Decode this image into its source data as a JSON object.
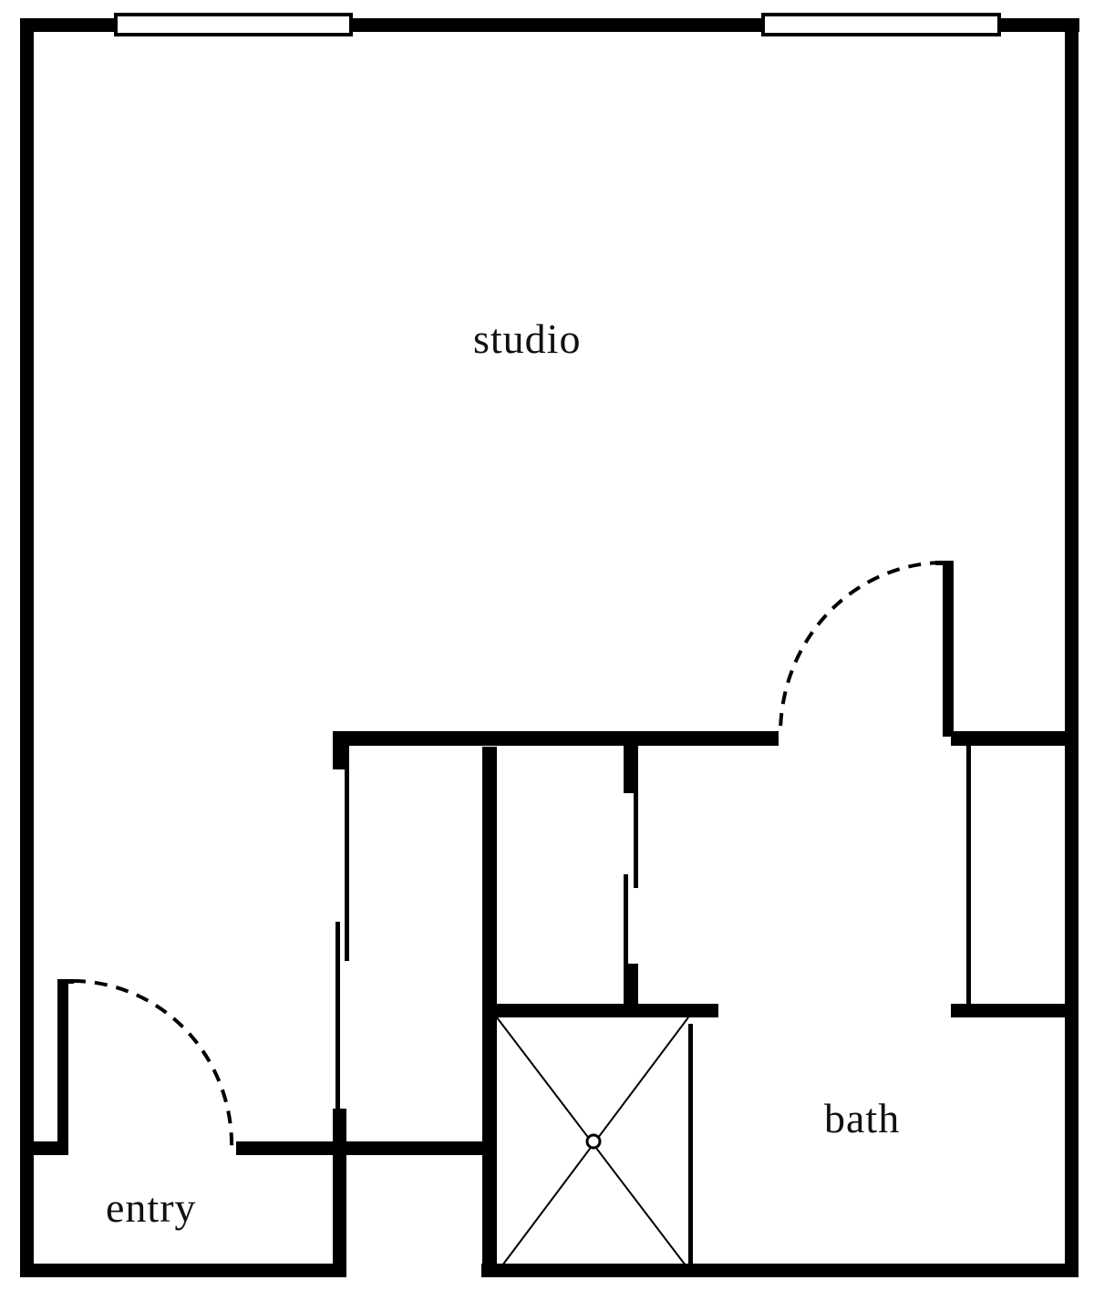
{
  "plan": {
    "type": "floor-plan",
    "colors": {
      "wall": "#000000",
      "background": "#ffffff",
      "label": "#111111"
    },
    "rooms": [
      {
        "id": "studio",
        "label": "studio"
      },
      {
        "id": "bath",
        "label": "bath"
      },
      {
        "id": "entry",
        "label": "entry"
      }
    ],
    "fixtures": [
      {
        "id": "shower",
        "icon": "shower-drain-icon"
      },
      {
        "id": "window-left",
        "icon": "window-icon"
      },
      {
        "id": "window-right",
        "icon": "window-icon"
      },
      {
        "id": "entry-door",
        "icon": "door-swing-icon"
      },
      {
        "id": "bath-door",
        "icon": "door-swing-icon"
      },
      {
        "id": "closet-sliding-door-left",
        "icon": "sliding-door-icon"
      },
      {
        "id": "closet-sliding-door-middle",
        "icon": "sliding-door-icon"
      }
    ]
  }
}
